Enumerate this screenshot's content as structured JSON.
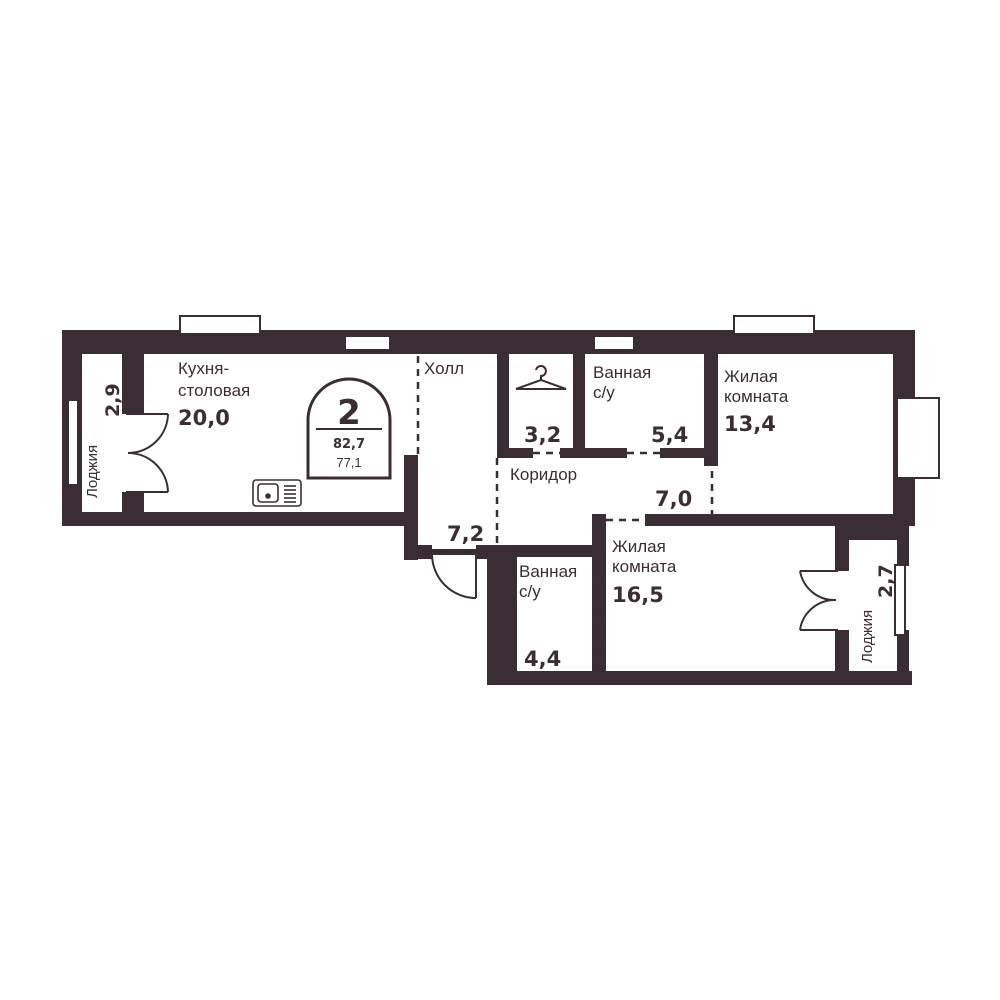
{
  "colors": {
    "wall": "#3a2d33",
    "background": "#ffffff",
    "window_fill": "#ffffff"
  },
  "badge": {
    "rooms": "2",
    "total_area": "82,7",
    "living_area": "77,1"
  },
  "rooms": {
    "kitchen": {
      "label_1": "Кухня-",
      "label_2": "столовая",
      "area": "20,0"
    },
    "hall": {
      "label": "Холл",
      "area": "7,2"
    },
    "closet": {
      "icon": "hanger-icon",
      "area": "3,2"
    },
    "bath_1": {
      "label_1": "Ванная",
      "label_2": "с/у",
      "area": "5,4"
    },
    "living_1": {
      "label_1": "Жилая",
      "label_2": "комната",
      "area": "13,4"
    },
    "corridor": {
      "label": "Коридор",
      "area": "7,0"
    },
    "bath_2": {
      "label_1": "Ванная",
      "label_2": "с/у",
      "area": "4,4"
    },
    "living_2": {
      "label_1": "Жилая",
      "label_2": "комната",
      "area": "16,5"
    },
    "loggia_left": {
      "label": "Лоджия",
      "area": "2,9"
    },
    "loggia_right": {
      "label": "Лоджия",
      "area": "2,7"
    }
  },
  "icons": [
    "hanger-icon",
    "sink-icon",
    "door-swing-icon",
    "window-icon"
  ]
}
